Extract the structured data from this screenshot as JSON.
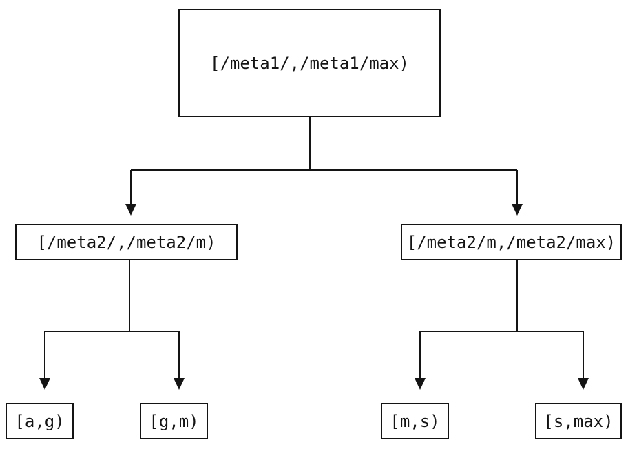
{
  "diagram": {
    "type": "tree",
    "line_color": "#141414",
    "background_color": "#ffffff",
    "nodes": {
      "root": {
        "label": "[/meta1/,/meta1/max)"
      },
      "left": {
        "label": "[/meta2/,/meta2/m)"
      },
      "right": {
        "label": "[/meta2/m,/meta2/max)"
      },
      "left_left": {
        "label": "[a,g)"
      },
      "left_right": {
        "label": "[g,m)"
      },
      "right_left": {
        "label": "[m,s)"
      },
      "right_right": {
        "label": "[s,max)"
      }
    },
    "edges": [
      {
        "from": "root",
        "to": "left",
        "arrow": "down"
      },
      {
        "from": "root",
        "to": "right",
        "arrow": "down"
      },
      {
        "from": "left",
        "to": "left_left",
        "arrow": "down"
      },
      {
        "from": "left",
        "to": "left_right",
        "arrow": "down"
      },
      {
        "from": "right",
        "to": "right_left",
        "arrow": "down"
      },
      {
        "from": "right",
        "to": "right_right",
        "arrow": "down"
      }
    ]
  }
}
